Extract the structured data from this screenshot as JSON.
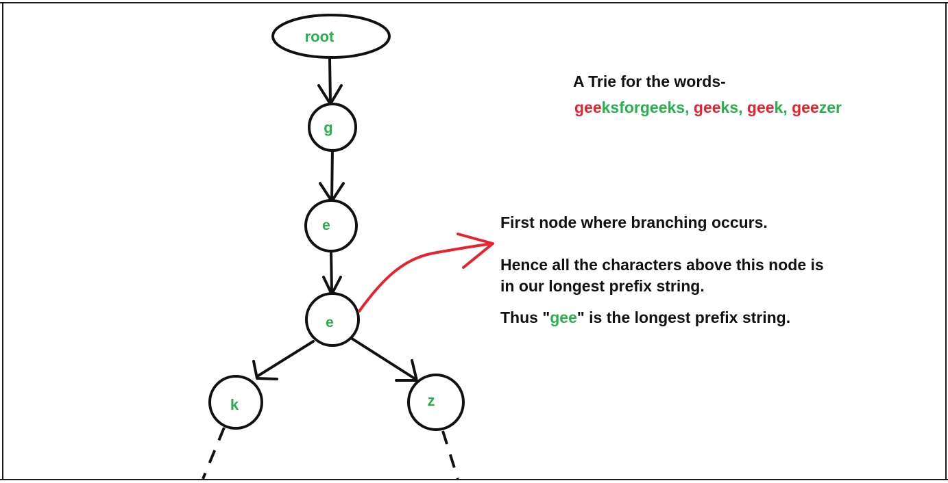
{
  "diagram": {
    "nodes": {
      "root": "root",
      "g": "g",
      "e1": "e",
      "e2": "e",
      "k": "k",
      "z": "z"
    },
    "colors": {
      "edge": "#111111",
      "label_green": "#27b14b",
      "highlight_red": "#e8212f"
    }
  },
  "title": {
    "line1": "A Trie for the words-",
    "words": [
      {
        "common": "gee",
        "rest": "ksforgeeks",
        "sep": ", "
      },
      {
        "common": "gee",
        "rest": "ks",
        "sep": ", "
      },
      {
        "common": "gee",
        "rest": "k",
        "sep": ", "
      },
      {
        "common": "gee",
        "rest": "zer",
        "sep": ""
      }
    ]
  },
  "explanation": {
    "line1": "First node where branching occurs.",
    "line2a": "Hence all the characters above this node is",
    "line2b": "in our longest prefix string.",
    "line3_prefix": "Thus \"",
    "line3_highlight": "gee",
    "line3_suffix": "\" is the longest prefix string."
  }
}
